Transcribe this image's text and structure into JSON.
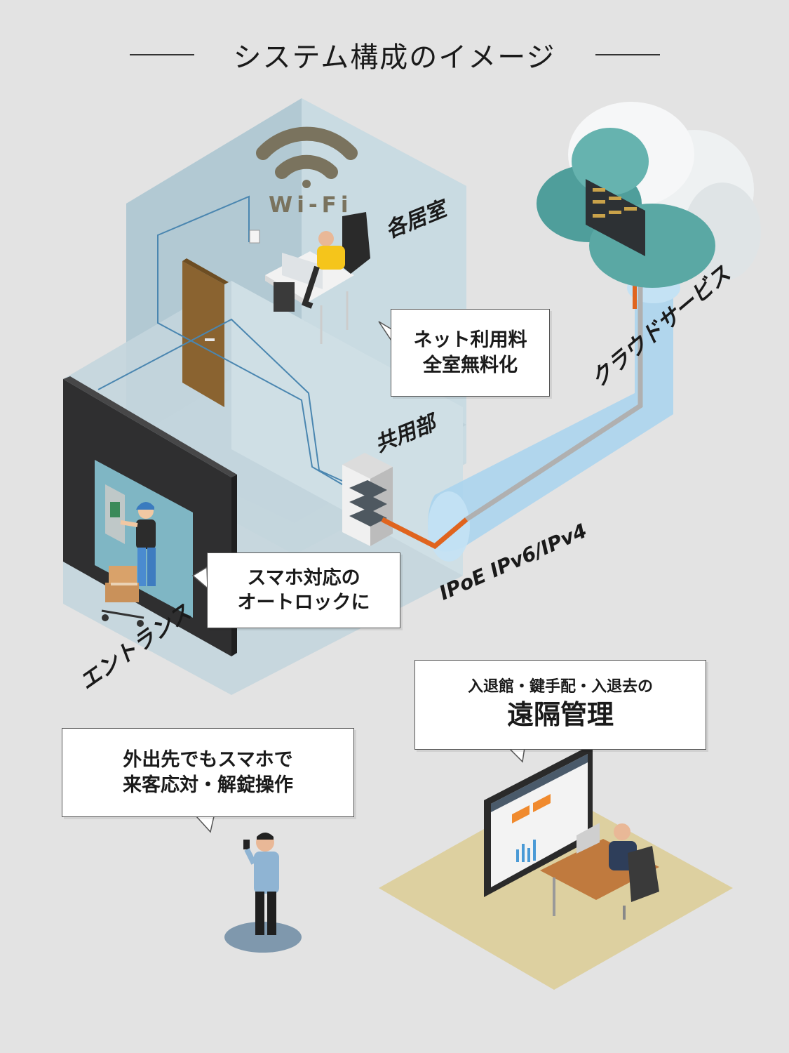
{
  "title": "システム構成のイメージ",
  "labels": {
    "wifi": "Wi-Fi",
    "rooms": "各居室",
    "common": "共用部",
    "cloud": "クラウドサービス",
    "network": "IPoE  IPv6/IPv4",
    "entrance": "エントランス"
  },
  "callouts": {
    "net_free": [
      "ネット利用料",
      "全室無料化"
    ],
    "autolock": [
      "スマホ対応の",
      "オートロックに"
    ],
    "remote_mgmt": {
      "small": "入退館・鍵手配・入退去の",
      "big": "遠隔管理"
    },
    "outside": [
      "外出先でもスマホで",
      "来客応対・解錠操作"
    ]
  },
  "colors": {
    "background": "#e3e3e3",
    "building": "#b7cbd4",
    "entrance_wall": "#2f2f30",
    "pipe": "#a8d4ee",
    "cable": "#e0641e",
    "floor": "#ddd0a0",
    "wifi": "#7a735e"
  }
}
